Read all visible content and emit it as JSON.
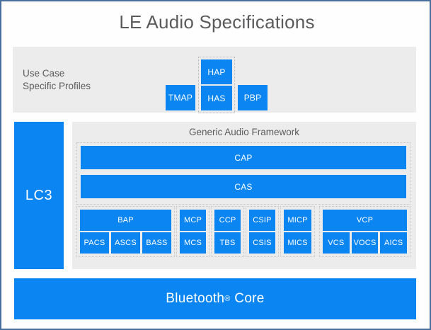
{
  "title": "LE Audio Specifications",
  "colors": {
    "blue": "#0b85f2",
    "panel_grey": "#ececec",
    "text_grey": "#5b5b5d",
    "outer_border": "#4a6f9c"
  },
  "use_case_row": {
    "label": "Use Case\nSpecific Profiles",
    "boxes": [
      {
        "label": "TMAP"
      },
      {
        "label": "HAP"
      },
      {
        "label": "HAS"
      },
      {
        "label": "PBP"
      }
    ],
    "grouped": [
      "HAP",
      "HAS"
    ]
  },
  "codec": {
    "label": "LC3"
  },
  "generic_audio_framework": {
    "label": "Generic Audio Framework",
    "stack_bars": [
      {
        "label": "CAP"
      },
      {
        "label": "CAS"
      }
    ],
    "profile_groups": [
      {
        "top": [
          "BAP"
        ],
        "bottom": [
          "PACS",
          "ASCS",
          "BASS"
        ]
      },
      {
        "top": [
          "MCP"
        ],
        "bottom": [
          "MCS"
        ]
      },
      {
        "top": [
          "CCP"
        ],
        "bottom": [
          "TBS"
        ]
      },
      {
        "top": [
          "CSIP"
        ],
        "bottom": [
          "CSIS"
        ]
      },
      {
        "top": [
          "MICP"
        ],
        "bottom": [
          "MICS"
        ]
      },
      {
        "top": [
          "VCP"
        ],
        "bottom": [
          "VCS",
          "VOCS",
          "AICS"
        ]
      }
    ]
  },
  "core": {
    "label": "Bluetooth",
    "trademark": "®",
    "suffix": "Core"
  },
  "chart_data": {
    "type": "diagram",
    "title": "LE Audio Specifications",
    "layers": [
      {
        "name": "Use Case Specific Profiles",
        "items": [
          "TMAP",
          "HAP",
          "HAS",
          "PBP"
        ]
      },
      {
        "name": "LC3",
        "items": [
          "LC3"
        ]
      },
      {
        "name": "Generic Audio Framework",
        "items": [
          "CAP",
          "CAS",
          "BAP",
          "PACS",
          "ASCS",
          "BASS",
          "MCP",
          "MCS",
          "CCP",
          "TBS",
          "CSIP",
          "CSIS",
          "MICP",
          "MICS",
          "VCP",
          "VCS",
          "VOCS",
          "AICS"
        ]
      },
      {
        "name": "Bluetooth Core",
        "items": [
          "Bluetooth® Core"
        ]
      }
    ]
  }
}
